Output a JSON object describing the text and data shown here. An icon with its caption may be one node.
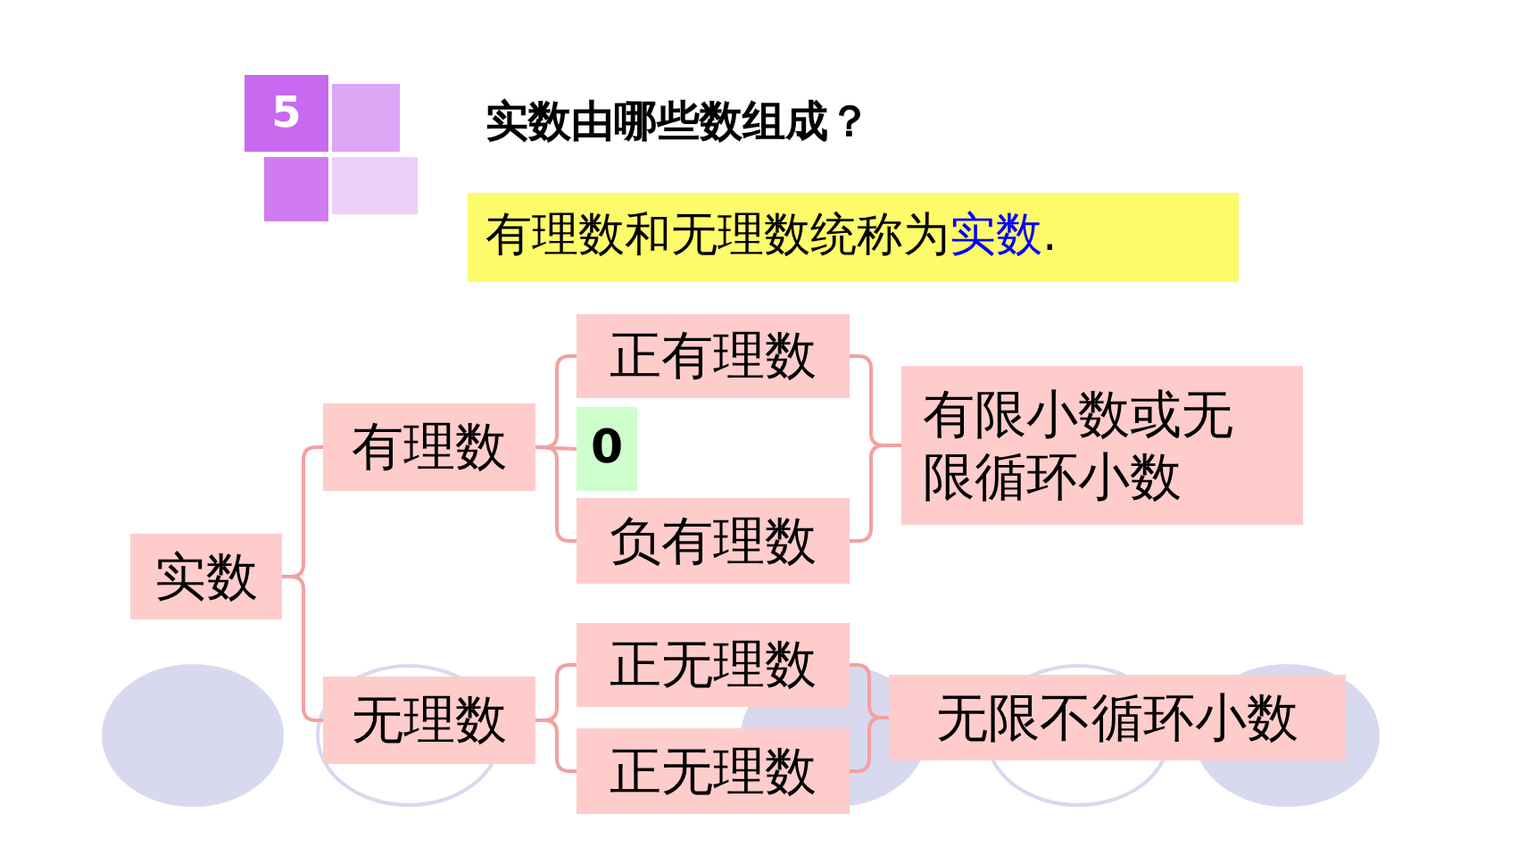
{
  "diagram": {
    "title": "实数由哪些数组成？",
    "nodes": [
      {
        "text": [
          "5"
        ]
      },
      {
        "text": [
          "有理数和无理数统称为",
          "实数",
          "."
        ]
      },
      {
        "text": [
          "实数"
        ]
      },
      {
        "text": [
          "有理数"
        ]
      },
      {
        "text": [
          "正有理数"
        ]
      },
      {
        "text": [
          "0"
        ]
      },
      {
        "text": [
          "负有理数"
        ]
      },
      {
        "text": [
          "有限小数或无限循环小数"
        ]
      },
      {
        "text": [
          "无理数"
        ]
      },
      {
        "text": [
          "正无理数"
        ]
      },
      {
        "text": [
          "正无理数"
        ]
      },
      {
        "text": [
          "无限不循环小数"
        ]
      }
    ],
    "edges": [
      {
        "from": 2,
        "to": 3,
        "arrow": "none"
      },
      {
        "from": 2,
        "to": 8,
        "arrow": "none"
      },
      {
        "from": 3,
        "to": 4,
        "arrow": "none"
      },
      {
        "from": 3,
        "to": 5,
        "arrow": "none"
      },
      {
        "from": 3,
        "to": 6,
        "arrow": "none"
      },
      {
        "from": 4,
        "to": 7,
        "arrow": "none"
      },
      {
        "from": 6,
        "to": 7,
        "arrow": "none"
      },
      {
        "from": 8,
        "to": 9,
        "arrow": "none"
      },
      {
        "from": 8,
        "to": 10,
        "arrow": "none"
      },
      {
        "from": 9,
        "to": 11,
        "arrow": "none"
      },
      {
        "from": 10,
        "to": 11,
        "arrow": "none"
      }
    ]
  }
}
